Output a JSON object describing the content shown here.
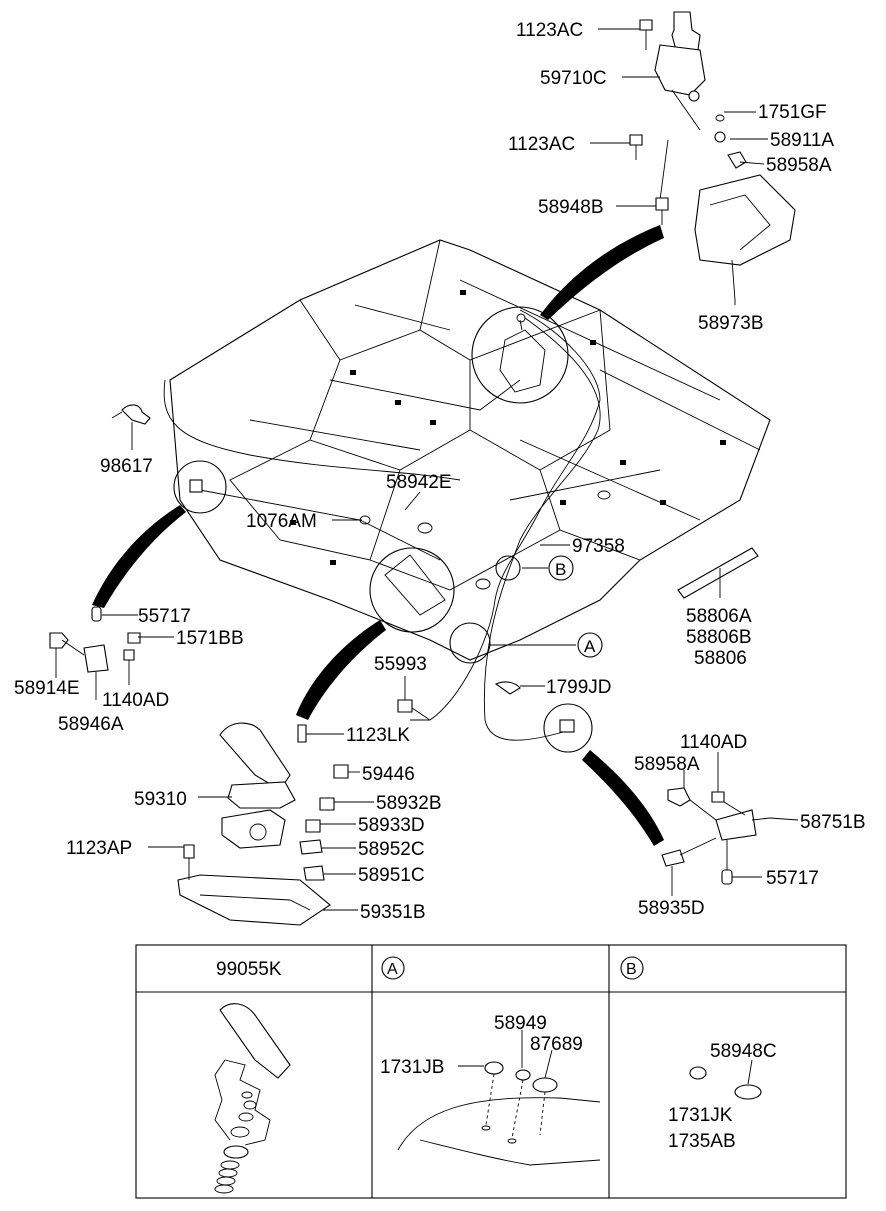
{
  "labels": {
    "p1123AC_top": "1123AC",
    "p59710C": "59710C",
    "p1751GF": "1751GF",
    "p1123AC_mid": "1123AC",
    "p58911A": "58911A",
    "p58958A_top": "58958A",
    "p58948B": "58948B",
    "p58973B": "58973B",
    "p98617": "98617",
    "p58942E": "58942E",
    "p1076AM": "1076AM",
    "p97358": "97358",
    "pB_callout": "B",
    "p55717_left": "55717",
    "p1571BB": "1571BB",
    "p58806A": "58806A",
    "p58806B": "58806B",
    "p58806": "58806",
    "p58914E": "58914E",
    "p1140AD_left": "1140AD",
    "p58946A": "58946A",
    "pA_callout": "A",
    "p55993": "55993",
    "p1799JD": "1799JD",
    "p1123LK": "1123LK",
    "p1140AD_right": "1140AD",
    "p58958A_right": "58958A",
    "p59446": "59446",
    "p59310": "59310",
    "p58932B": "58932B",
    "p58751B": "58751B",
    "p58933D": "58933D",
    "p1123AP": "1123AP",
    "p58952C": "58952C",
    "p58951C": "58951C",
    "p55717_right": "55717",
    "p58935D": "58935D",
    "p59351B": "59351B"
  },
  "table": {
    "header_col1": "99055K",
    "header_col2": "A",
    "header_col3": "B",
    "a_58949": "58949",
    "a_87689": "87689",
    "a_1731JB": "1731JB",
    "b_58948C": "58948C",
    "b_1731JK": "1731JK",
    "b_1735AB": "1735AB"
  }
}
